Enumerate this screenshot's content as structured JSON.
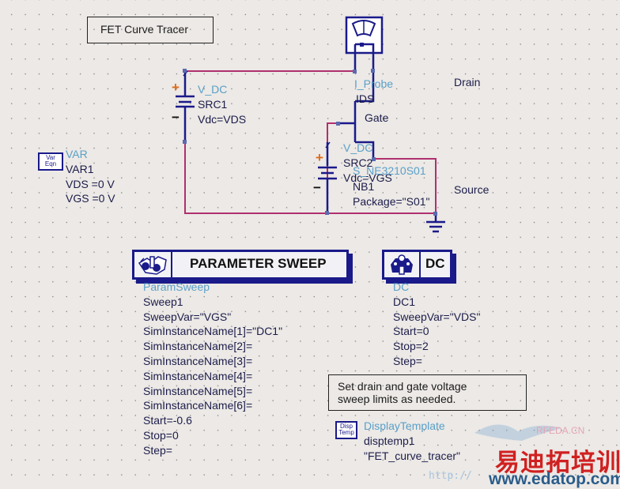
{
  "title_box": {
    "text": "FET Curve Tracer"
  },
  "var_block": {
    "icon_lines": [
      "Var",
      "Eqn"
    ],
    "type": "VAR",
    "name": "VAR1",
    "lines": [
      "VDS =0 V",
      "VGS =0 V"
    ]
  },
  "src1": {
    "type": "V_DC",
    "name": "SRC1",
    "param": "Vdc=VDS",
    "plus": "+",
    "minus": "−"
  },
  "src2": {
    "type": "V_DC",
    "name": "SRC2",
    "param": "Vdc=VGS",
    "plus": "+",
    "minus": "−"
  },
  "probe": {
    "type": "I_Probe",
    "name": "IDS"
  },
  "transistor": {
    "model": "S_NE3210S01",
    "name": "NB1",
    "param": "Package=\"S01\""
  },
  "pin_labels": {
    "drain": "Drain",
    "gate": "Gate",
    "source": "Source"
  },
  "param_sweep": {
    "header": "PARAMETER SWEEP",
    "type": "ParamSweep",
    "lines": [
      "Sweep1",
      "SweepVar=\"VGS\"",
      "SimInstanceName[1]=\"DC1\"",
      "SimInstanceName[2]=",
      "SimInstanceName[3]=",
      "SimInstanceName[4]=",
      "SimInstanceName[5]=",
      "SimInstanceName[6]=",
      "Start=-0.6",
      "Stop=0",
      "Step="
    ]
  },
  "dc_sim": {
    "header": "DC",
    "type": "DC",
    "lines": [
      "DC1",
      "SweepVar=\"VDS\"",
      "Start=0",
      "Stop=2",
      "Step="
    ]
  },
  "note_box": {
    "lines": [
      "Set drain and gate voltage",
      "sweep limits as needed."
    ]
  },
  "display_template": {
    "icon_lines": [
      "Disp",
      "Temp"
    ],
    "type": "DisplayTemplate",
    "name": "disptemp1",
    "value": "\"FET_curve_tracer\""
  },
  "watermark": {
    "site_cn": "易迪拓培训",
    "url": "www.edatop.com",
    "rfeda": "RFEDA.CN",
    "http": "http://"
  },
  "colors": {
    "wire_pink": "#b0306e",
    "component_blue": "#1a1a8a",
    "label_cyan": "#5aa0c8",
    "plus_orange": "#e06a1a"
  }
}
